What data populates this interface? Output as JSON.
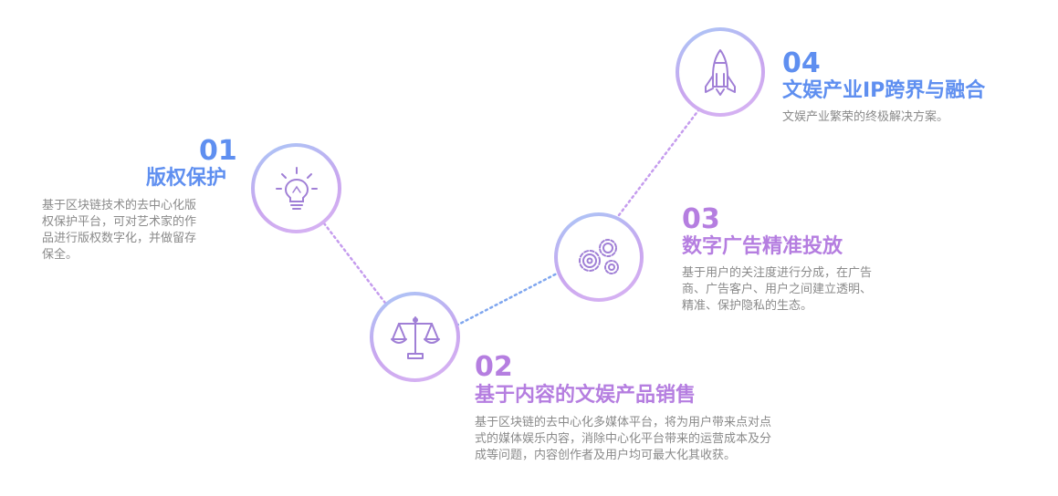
{
  "colors": {
    "blue": "#5f8ff0",
    "purple": "#b57ee0",
    "text_gray": "#8a8a8a",
    "line_purple": "#c59cee",
    "line_blue": "#7fa6ef"
  },
  "steps": [
    {
      "number": "01",
      "title": "版权保护",
      "desc": [
        "基于区块链技术的去中心化版",
        "权保护平台，可对艺术家的作",
        "品进行版权数字化，并做留存",
        "保全。"
      ],
      "icon": "lightbulb-icon"
    },
    {
      "number": "02",
      "title": "基于内容的文娱产品销售",
      "desc": [
        "基于区块链的去中心化多媒体平台，将为用户带来点对点",
        "式的媒体娱乐内容，消除中心化平台带来的运营成本及分",
        "成等问题，内容创作者及用户均可最大化其收获。"
      ],
      "icon": "scales-icon"
    },
    {
      "number": "03",
      "title": "数字广告精准投放",
      "desc": [
        "基于用户的关注度进行分成，在广告",
        "商、广告客户、用户之间建立透明、",
        "精准、保护隐私的生态。"
      ],
      "icon": "gears-icon"
    },
    {
      "number": "04",
      "title": "文娱产业IP跨界与融合",
      "desc": [
        "文娱产业繁荣的终极解决方案。"
      ],
      "icon": "rocket-icon"
    }
  ]
}
